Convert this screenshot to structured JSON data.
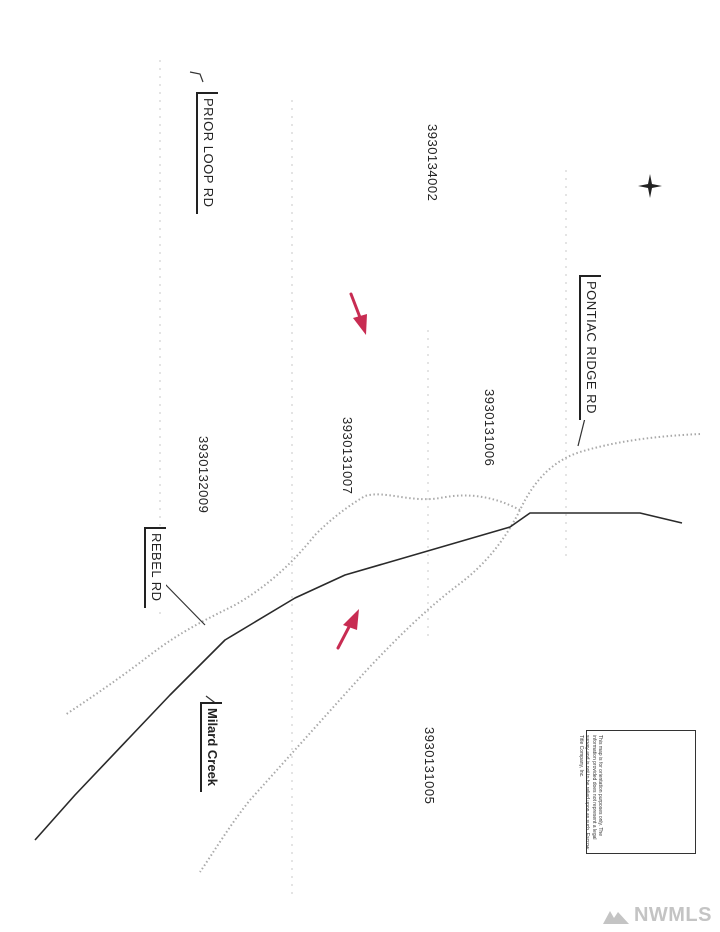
{
  "map": {
    "roads": {
      "prior_loop": "PRIOR LOOP RD",
      "pontiac_ridge": "PONTIAC RIDGE RD",
      "rebel": "REBEL RD"
    },
    "creek": "Milard Creek",
    "parcels": {
      "p1": "3930134002",
      "p2": "3930131006",
      "p3": "3930131007",
      "p4": "3930132009",
      "p5": "3930131005"
    },
    "disclaimer": "This map is for orientation purposes only. The information provided does not represent a legal survey and is not to be relied upon as such. Escrow Title Company, Inc."
  },
  "watermark": "NWMLS",
  "colors": {
    "line": "#2a2a2a",
    "dotted": "#9a9a9a",
    "arrow": "#c82c52",
    "watermark": "#c4c4c4"
  },
  "icons": {
    "north": "compass-star-icon",
    "arrow_top": "red-arrow-icon",
    "arrow_bottom": "red-arrow-icon",
    "logo": "nwmls-logo-icon"
  }
}
